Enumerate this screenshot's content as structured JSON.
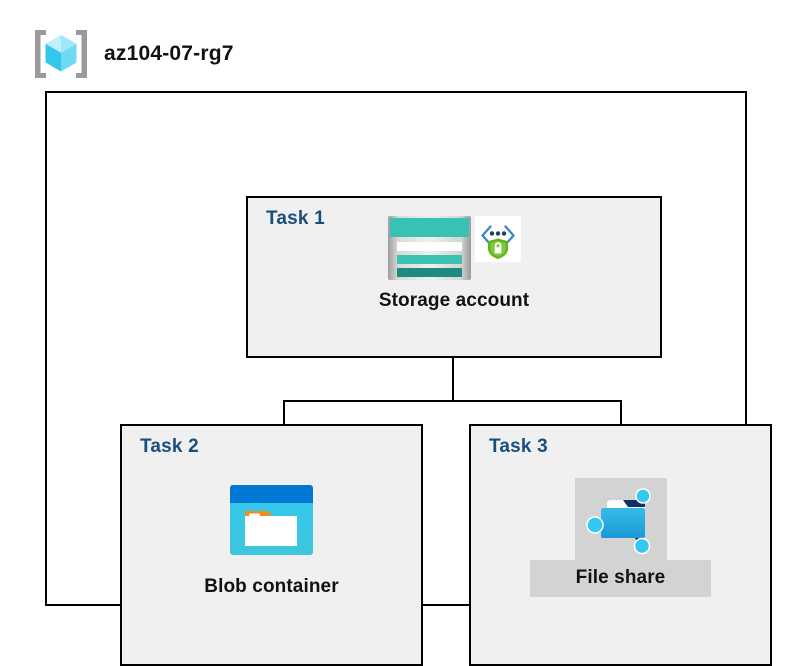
{
  "header": {
    "icon": "resource-group-icon",
    "title": "az104-07-rg7"
  },
  "diagram": {
    "container_name": "resource-group-container",
    "panels": [
      {
        "id": "task1",
        "label": "Task 1",
        "node": {
          "caption": "Storage account",
          "icon": "storage-account-icon",
          "badge_icon": "secure-endpoint-shield-icon"
        }
      },
      {
        "id": "task2",
        "label": "Task 2",
        "node": {
          "caption": "Blob container",
          "icon": "blob-container-icon"
        }
      },
      {
        "id": "task3",
        "label": "Task 3",
        "node": {
          "caption": "File share",
          "icon": "file-share-icon",
          "highlighted": true
        }
      }
    ],
    "connectors": [
      {
        "name": "trunk-storage-to-bus"
      },
      {
        "name": "horizontal-bus"
      },
      {
        "name": "branch-to-blob-container"
      },
      {
        "name": "branch-to-file-share"
      }
    ]
  },
  "colors": {
    "panel_background": "#f0f0f0",
    "page_background": "#ffffff",
    "border": "#000000",
    "task_label": "#1a4e7e",
    "caption": "#121212",
    "highlight_background": "#d3d3d3",
    "storage_teal": "#37c2b1",
    "storage_teal_dark": "#1f8a7e",
    "blob_blue": "#0078d4",
    "blob_cyan": "#32c8f0",
    "blob_orange": "#f28a22",
    "shield_green": "#5cb615",
    "node_cyan": "#32c8f0",
    "node_navy": "#10306b",
    "cube_cyan": "#9fe8fb",
    "cube_cyan_dark": "#35c7ea",
    "bracket_gray": "#9a9a9a"
  }
}
